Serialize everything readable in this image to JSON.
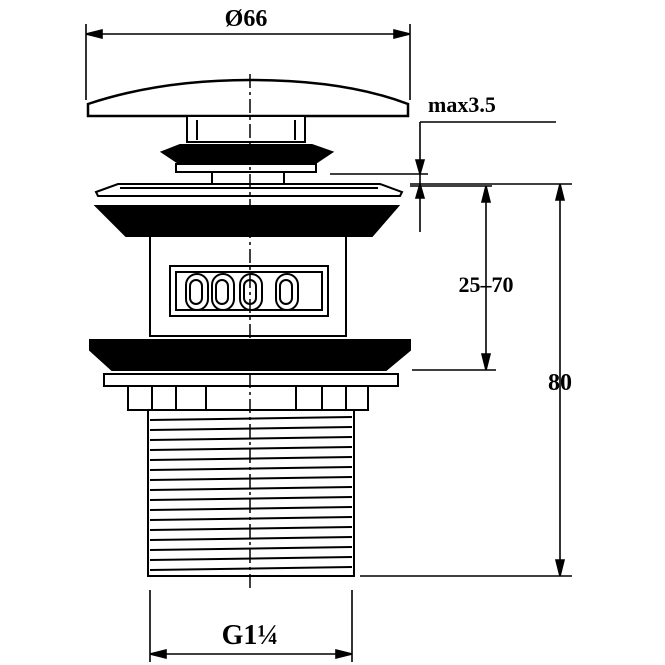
{
  "drawing": {
    "labels": {
      "diameter": "Ø66",
      "max_gap": "max3.5",
      "range": "25–70",
      "height": "80",
      "thread": "G1¼"
    },
    "colors": {
      "line": "#000000",
      "background": "#ffffff"
    }
  }
}
